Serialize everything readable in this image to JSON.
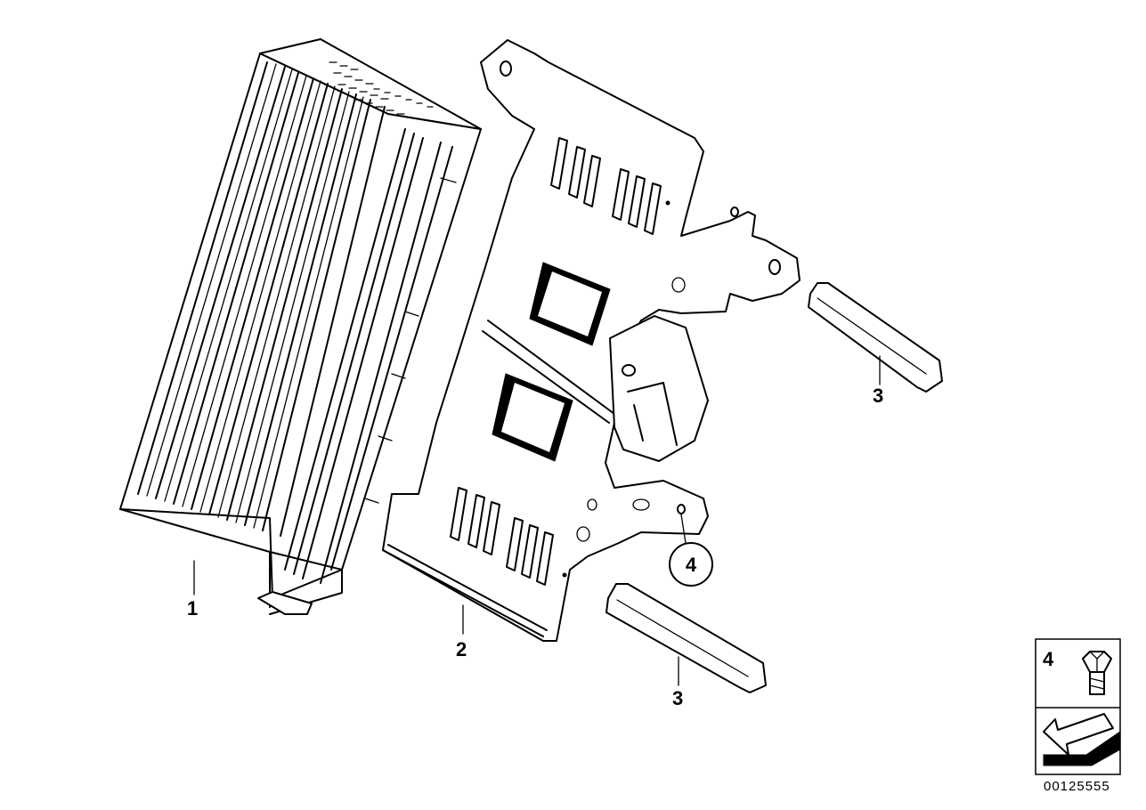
{
  "callouts": {
    "part_1": "1",
    "part_2": "2",
    "part_3a": "3",
    "part_3b": "3",
    "part_4": "4"
  },
  "legend": {
    "item_number": "4",
    "item_icon": "hex-bolt-icon",
    "nav_icon": "arrow-icon"
  },
  "diagram_number": "00125555",
  "colors": {
    "line": "#000000",
    "background": "#ffffff"
  }
}
